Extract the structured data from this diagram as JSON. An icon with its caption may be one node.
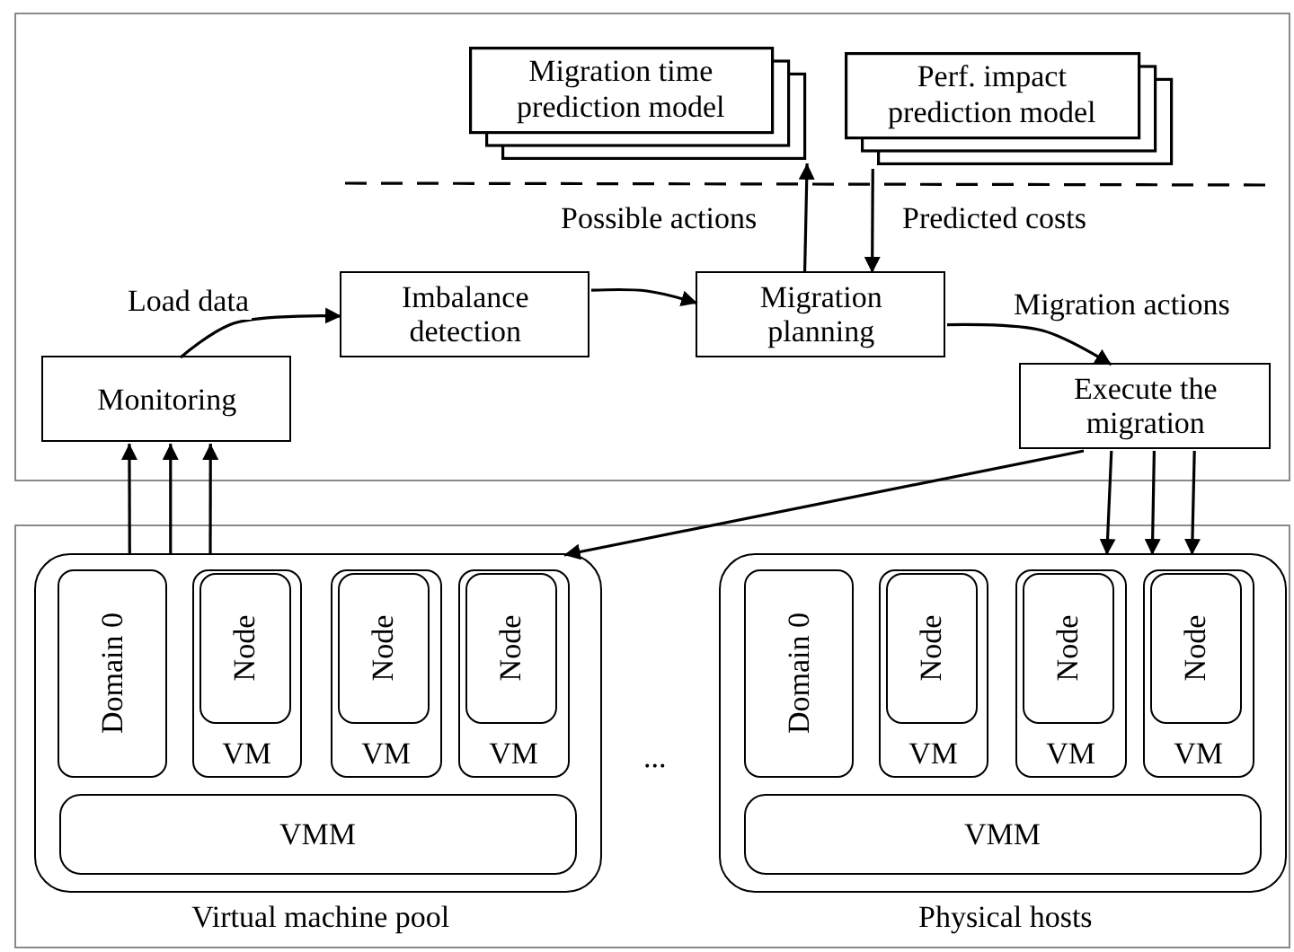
{
  "diagram": {
    "nodes": [
      {
        "text": [],
        "shape": "box"
      },
      {
        "text": [
          "Migration time prediction model"
        ],
        "in": 0
      },
      {
        "text": [
          "Perf. impact prediction model"
        ],
        "in": 0
      },
      {
        "text": [
          "Imbalance detection"
        ],
        "in": 0
      },
      {
        "text": [
          "Migration planning"
        ],
        "in": 0
      },
      {
        "text": [
          "Monitoring"
        ],
        "in": 0
      },
      {
        "text": [
          "Execute the migration"
        ],
        "in": 0
      },
      {
        "text": [],
        "shape": "box"
      },
      {
        "text": [],
        "shape": "box",
        "beside": [
          "Virtual machine pool"
        ],
        "in": 7
      },
      {
        "text": [
          "Domain 0"
        ],
        "in": 8
      },
      {
        "text": [
          "VM"
        ],
        "in": 8
      },
      {
        "text": [
          "Node"
        ],
        "in": 10
      },
      {
        "text": [
          "VM"
        ],
        "in": 8
      },
      {
        "text": [
          "Node"
        ],
        "in": 12
      },
      {
        "text": [
          "VM"
        ],
        "in": 8
      },
      {
        "text": [
          "Node"
        ],
        "in": 14
      },
      {
        "text": [
          "VMM"
        ],
        "in": 8
      },
      {
        "text": [],
        "shape": "box",
        "beside": [
          "Physical hosts"
        ],
        "in": 7
      },
      {
        "text": [
          "Domain 0"
        ],
        "in": 17
      },
      {
        "text": [
          "VM"
        ],
        "in": 17
      },
      {
        "text": [
          "Node"
        ],
        "in": 19
      },
      {
        "text": [
          "VM"
        ],
        "in": 17
      },
      {
        "text": [
          "Node"
        ],
        "in": 21
      },
      {
        "text": [
          "VM"
        ],
        "in": 17
      },
      {
        "text": [
          "Node"
        ],
        "in": 23
      },
      {
        "text": [
          "VMM"
        ],
        "in": 17
      }
    ],
    "edges": [
      {
        "from": 5,
        "to": 3,
        "arrow": "to",
        "label": "Load data"
      },
      {
        "from": 3,
        "to": 4,
        "arrow": "to"
      },
      {
        "from": 4,
        "to": 1,
        "arrow": "to",
        "label": "Possible actions"
      },
      {
        "from": 2,
        "to": 4,
        "arrow": "to",
        "label": "Predicted costs"
      },
      {
        "from": 4,
        "to": 6,
        "arrow": "to",
        "label": "Migration actions"
      },
      {
        "from": 6,
        "to": 8,
        "arrow": "to"
      },
      {
        "from": 6,
        "to": 17,
        "arrow": "to"
      },
      {
        "from": 6,
        "to": 17,
        "arrow": "to"
      },
      {
        "from": 6,
        "to": 17,
        "arrow": "to"
      },
      {
        "from": 8,
        "to": 5,
        "arrow": "to"
      },
      {
        "from": 8,
        "to": 5,
        "arrow": "to"
      },
      {
        "from": 8,
        "to": 5,
        "arrow": "to"
      }
    ],
    "labels": [
      "..."
    ]
  }
}
